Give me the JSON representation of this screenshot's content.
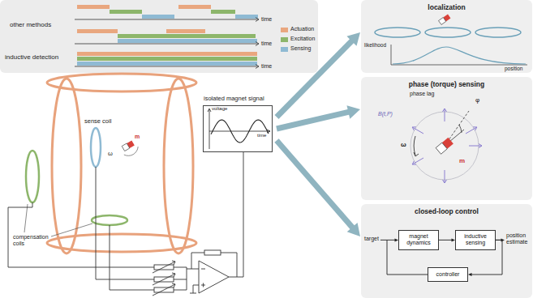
{
  "diagram": {
    "nodes": [
      {
        "text": [
          "other methods",
          "inductive detection"
        ]
      },
      {
        "text": [
          "isolated magnet signal"
        ]
      },
      {
        "text": [
          "localization"
        ]
      },
      {
        "text": [
          "phase (torque) sensing"
        ]
      },
      {
        "text": [
          "closed-loop control"
        ]
      },
      {
        "text": [
          "magnet dynamics"
        ],
        "in": 4
      },
      {
        "text": [
          "inductive sensing"
        ],
        "in": 4
      },
      {
        "text": [
          "controller"
        ],
        "in": 4
      }
    ],
    "edges": [
      {
        "from": 1,
        "to": 2,
        "arrow": "to"
      },
      {
        "from": 1,
        "to": 3,
        "arrow": "to"
      },
      {
        "from": 1,
        "to": 4,
        "arrow": "to"
      },
      {
        "from": 5,
        "to": 6,
        "arrow": "to"
      },
      {
        "from": 6,
        "to": 7,
        "arrow": "to"
      },
      {
        "from": 7,
        "to": 5,
        "arrow": "to"
      }
    ],
    "labels": [
      "time",
      "time",
      "time",
      "sense coil",
      "m",
      "ω",
      "compensation coils",
      "voltage",
      "time",
      "likelihood",
      "position",
      "phase lag",
      "φ",
      "B(t,P)",
      "ω",
      "m",
      "target",
      "position estimate"
    ],
    "legend": [
      {
        "text": "Actuation",
        "color": "#e9a77f"
      },
      {
        "text": "Excitation",
        "color": "#8db66b"
      },
      {
        "text": "Sensing",
        "color": "#8fbad3"
      }
    ]
  }
}
